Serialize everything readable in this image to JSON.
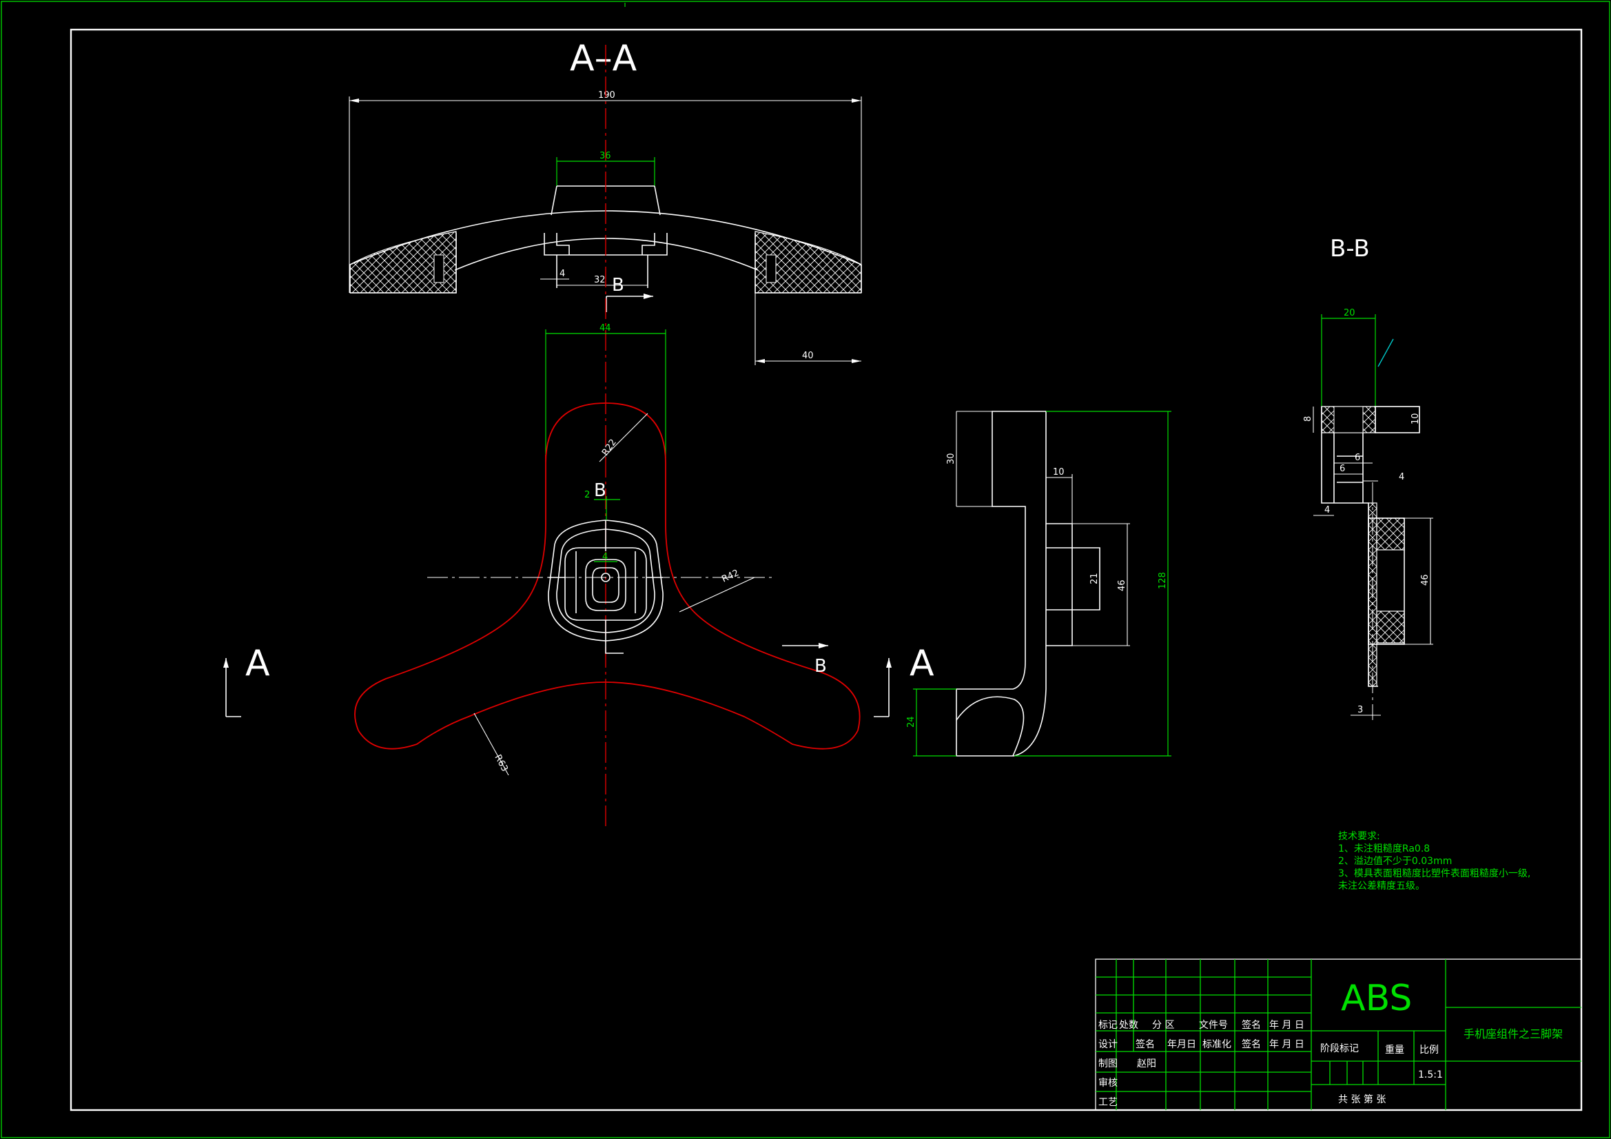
{
  "views": {
    "section_aa": "A–A",
    "section_bb": "B-B",
    "cut_a_left": "A",
    "cut_a_right": "A",
    "cut_b_top": "B",
    "cut_b_center": "B",
    "cut_b_right": "B"
  },
  "dimensions": {
    "aa_width": "190",
    "aa_top": "36",
    "aa_small": "4",
    "aa_inner": "32",
    "aa_edge": "40",
    "plan_width": "44",
    "plan_r22": "R22",
    "plan_r42": "R42",
    "plan_r63": "R63",
    "plan_2": "2",
    "plan_4": "4",
    "side_30": "30",
    "side_10": "10",
    "side_21": "21",
    "side_46": "46",
    "side_128": "128",
    "side_24": "24",
    "bb_20": "20",
    "bb_8": "8",
    "bb_10": "10",
    "bb_6a": "6",
    "bb_6b": "6",
    "bb_4a": "4",
    "bb_4b": "4",
    "bb_46": "46",
    "bb_3": "3"
  },
  "notes": {
    "title": "技术要求:",
    "line1": "1、未注粗糙度Ra0.8",
    "line2": "2、溢边值不少于0.03mm",
    "line3": "3、模具表面粗糙度比塑件表面粗糙度小一级,",
    "line4": "未注公差精度五级。"
  },
  "title_block": {
    "material": "ABS",
    "part_name": "手机座组件之三脚架",
    "row_headers": [
      "标记",
      "处数",
      "分  区",
      "文件号",
      "签名",
      "年 月 日"
    ],
    "design_row": [
      "设计",
      "签名",
      "年月日",
      "标准化",
      "签名",
      "年 月 日"
    ],
    "draw_label": "制图",
    "draw_name": "赵阳",
    "review_label": "审核",
    "process_label": "工艺",
    "stage_label": "阶段标记",
    "weight_label": "重量",
    "scale_label": "比例",
    "scale_value": "1.5:1",
    "sheet_text": "共    张 第    张"
  },
  "colors": {
    "background": "#000000",
    "line": "#ffffff",
    "dimension_green": "#00e000",
    "outline_red": "#e00000"
  }
}
